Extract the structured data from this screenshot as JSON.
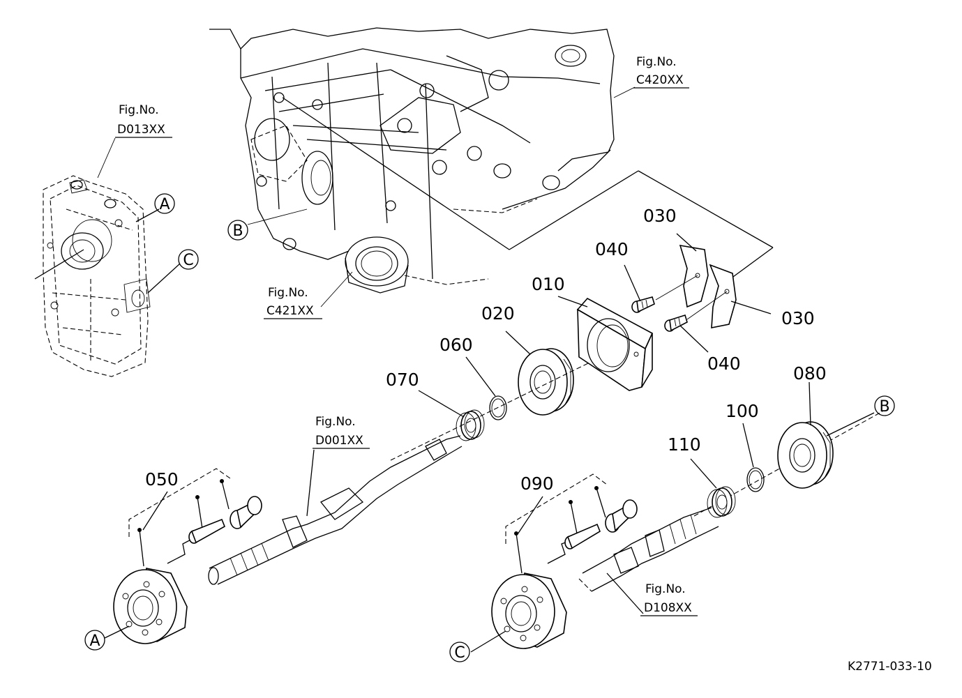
{
  "parts": {
    "p010": "010",
    "p020": "020",
    "p030a": "030",
    "p030b": "030",
    "p040a": "040",
    "p040b": "040",
    "p050": "050",
    "p060": "060",
    "p070": "070",
    "p080": "080",
    "p090": "090",
    "p100": "100",
    "p110": "110"
  },
  "figure_refs": {
    "d013": {
      "label": "Fig.No.",
      "code": "D013XX"
    },
    "c420": {
      "label": "Fig.No.",
      "code": "C420XX"
    },
    "c421": {
      "label": "Fig.No.",
      "code": "C421XX"
    },
    "d001": {
      "label": "Fig.No.",
      "code": "D001XX"
    },
    "d108": {
      "label": "Fig.No.",
      "code": "D108XX"
    }
  },
  "callouts": {
    "a_top": "A",
    "a_bottom": "A",
    "b_left": "B",
    "b_right": "B",
    "c_top": "C",
    "c_bottom": "C"
  },
  "drawing_id": "K2771-033-10"
}
